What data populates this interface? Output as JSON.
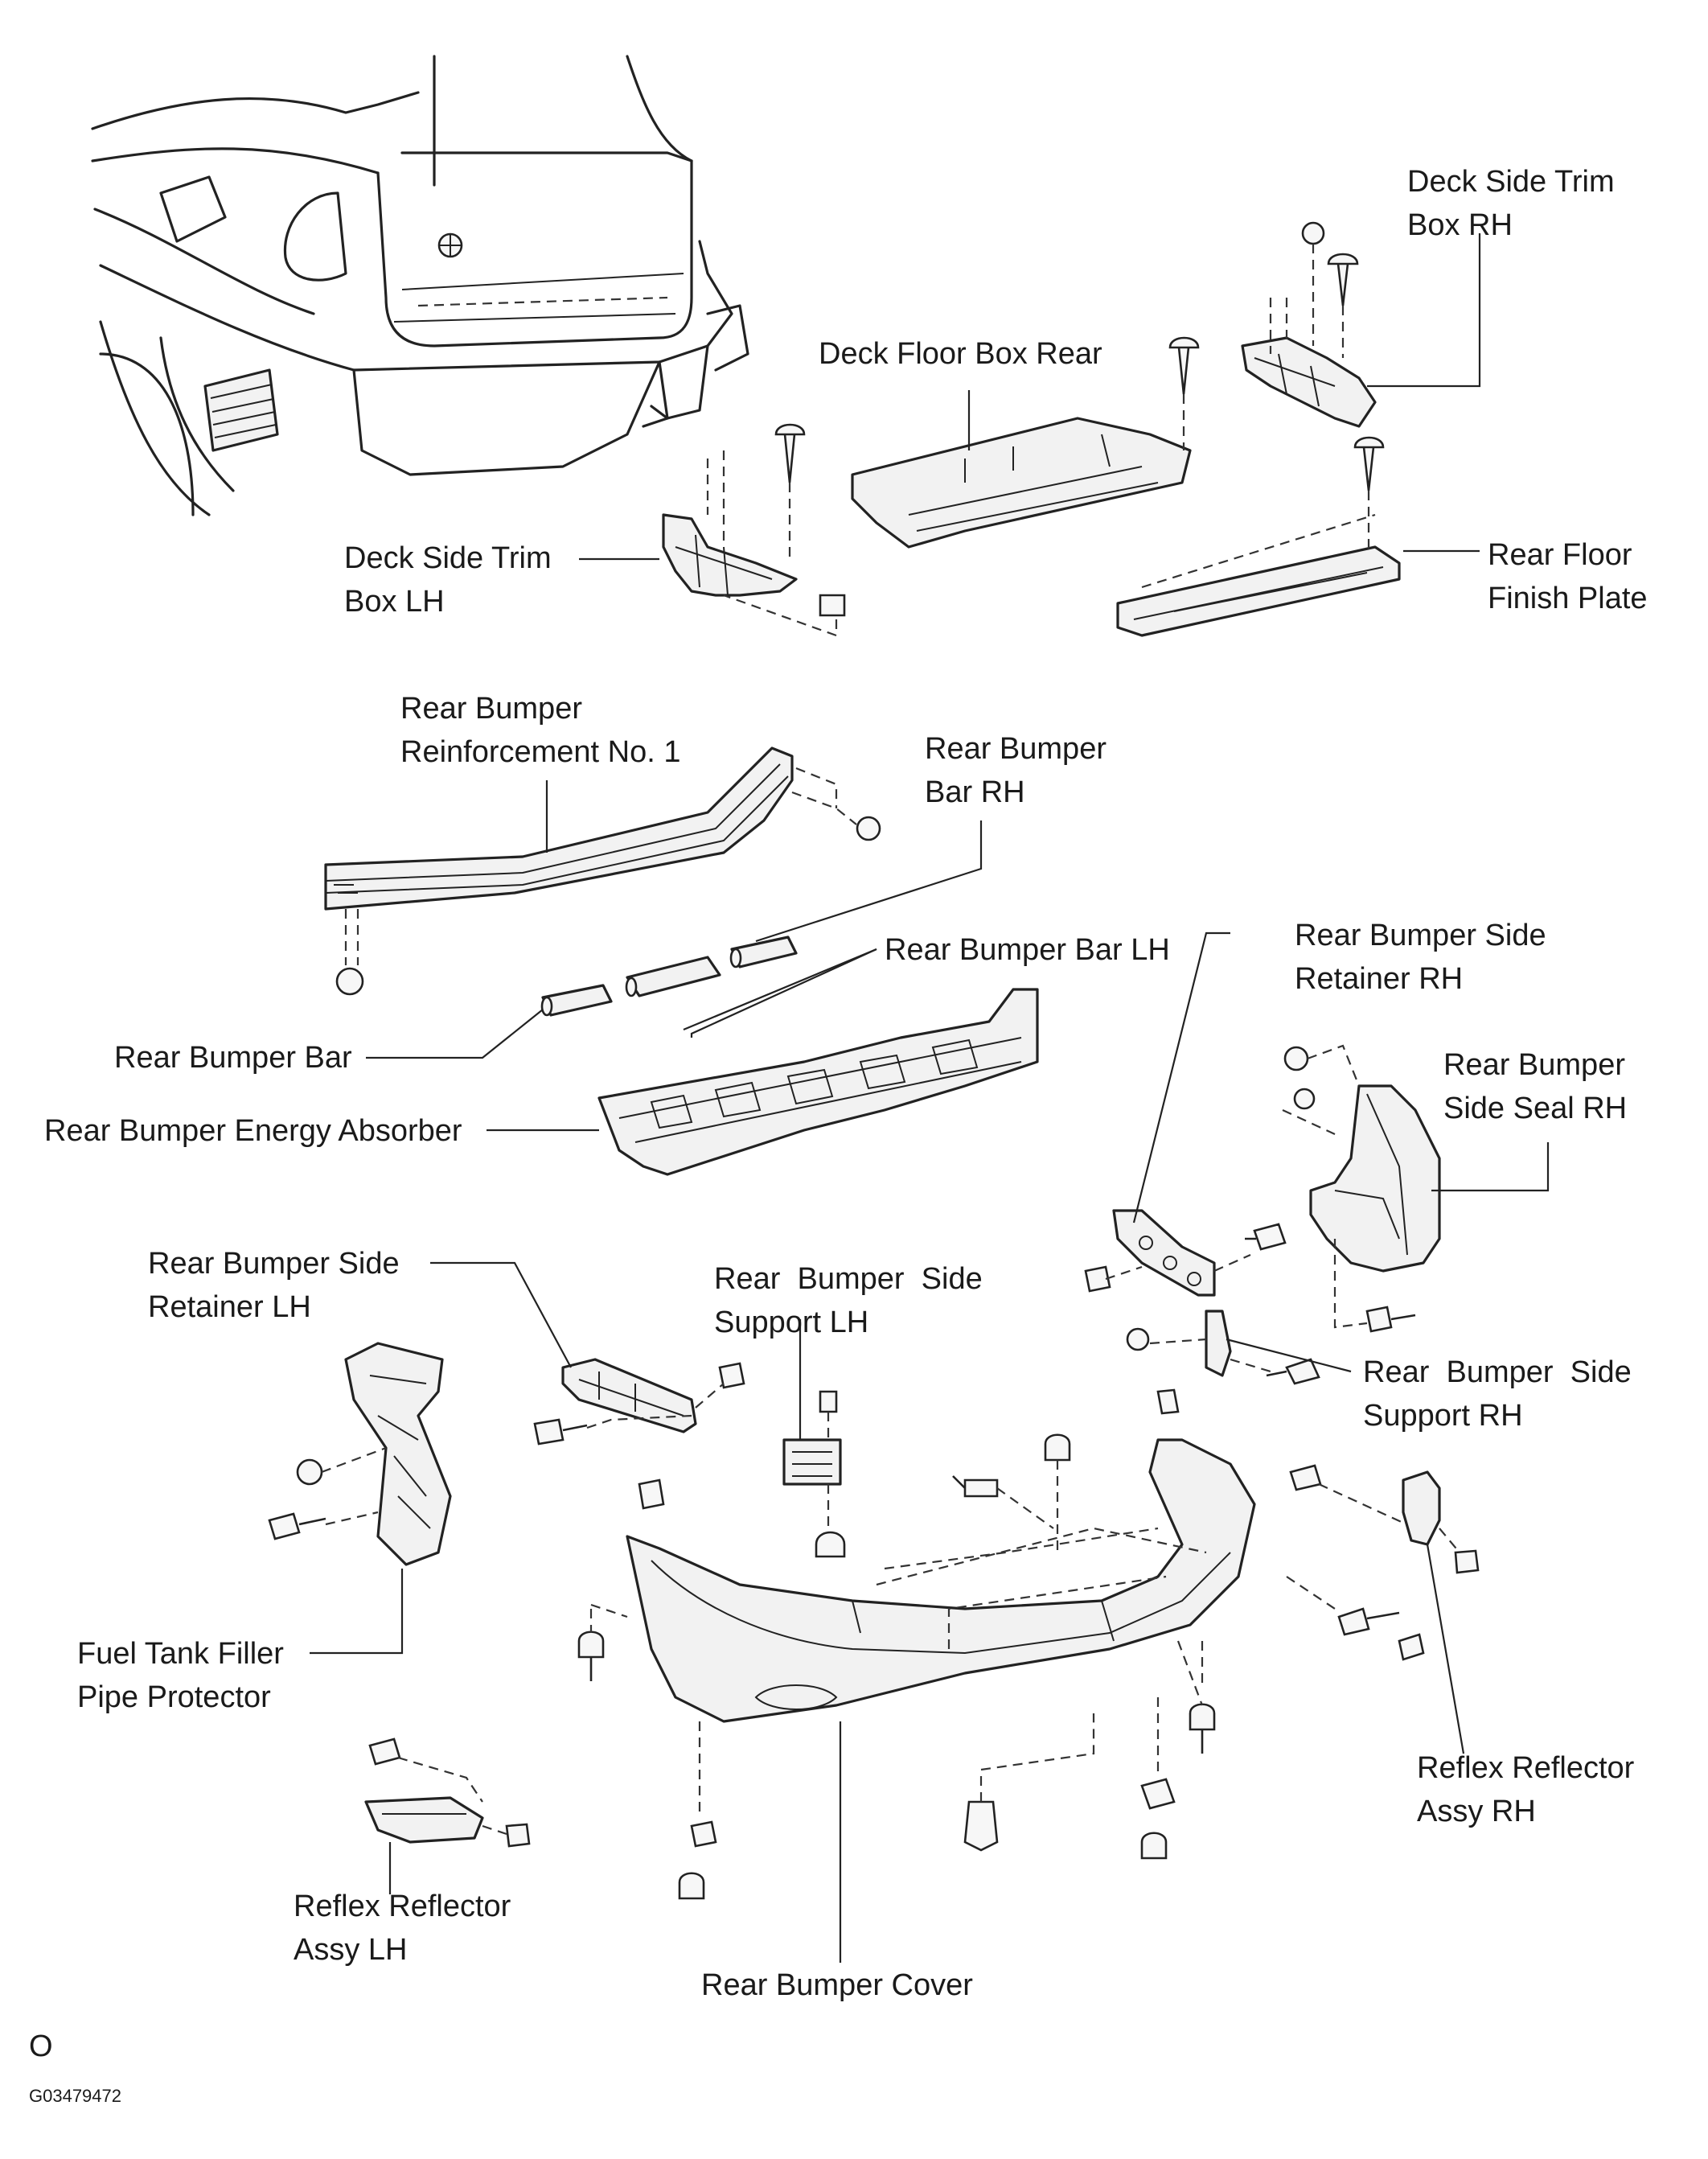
{
  "labels": {
    "deck_side_trim_rh": [
      "Deck Side Trim",
      "Box RH"
    ],
    "deck_floor_box_rear": [
      "Deck Floor Box Rear"
    ],
    "deck_side_trim_lh": [
      "Deck Side Trim",
      "Box LH"
    ],
    "rear_floor_finish_plate": [
      "Rear Floor",
      "Finish Plate"
    ],
    "rear_bumper_reinforcement": [
      "Rear Bumper",
      "Reinforcement No. 1"
    ],
    "rear_bumper_bar_rh": [
      "Rear Bumper",
      "Bar RH"
    ],
    "rear_bumper_bar_lh": [
      "Rear Bumper Bar LH"
    ],
    "rear_bumper_side_retainer_rh": [
      "Rear Bumper Side",
      "Retainer RH"
    ],
    "rear_bumper_bar": [
      "Rear Bumper Bar"
    ],
    "rear_bumper_side_seal_rh": [
      "Rear Bumper",
      "Side Seal RH"
    ],
    "rear_bumper_energy_absorber": [
      "Rear Bumper Energy Absorber"
    ],
    "rear_bumper_side_retainer_lh": [
      "Rear Bumper Side",
      "Retainer LH"
    ],
    "rear_bumper_side_support_lh": [
      "Rear  Bumper  Side",
      "Support LH"
    ],
    "rear_bumper_side_support_rh": [
      "Rear  Bumper  Side",
      "Support RH"
    ],
    "fuel_tank_filler_pipe_protector": [
      "Fuel Tank Filler",
      "Pipe Protector"
    ],
    "reflex_reflector_assy_rh": [
      "Reflex Reflector",
      "Assy RH"
    ],
    "reflex_reflector_assy_lh": [
      "Reflex Reflector",
      "Assy LH"
    ],
    "rear_bumper_cover": [
      "Rear Bumper Cover"
    ]
  },
  "footer": {
    "mark": "O",
    "figure_code": "G03479472"
  }
}
